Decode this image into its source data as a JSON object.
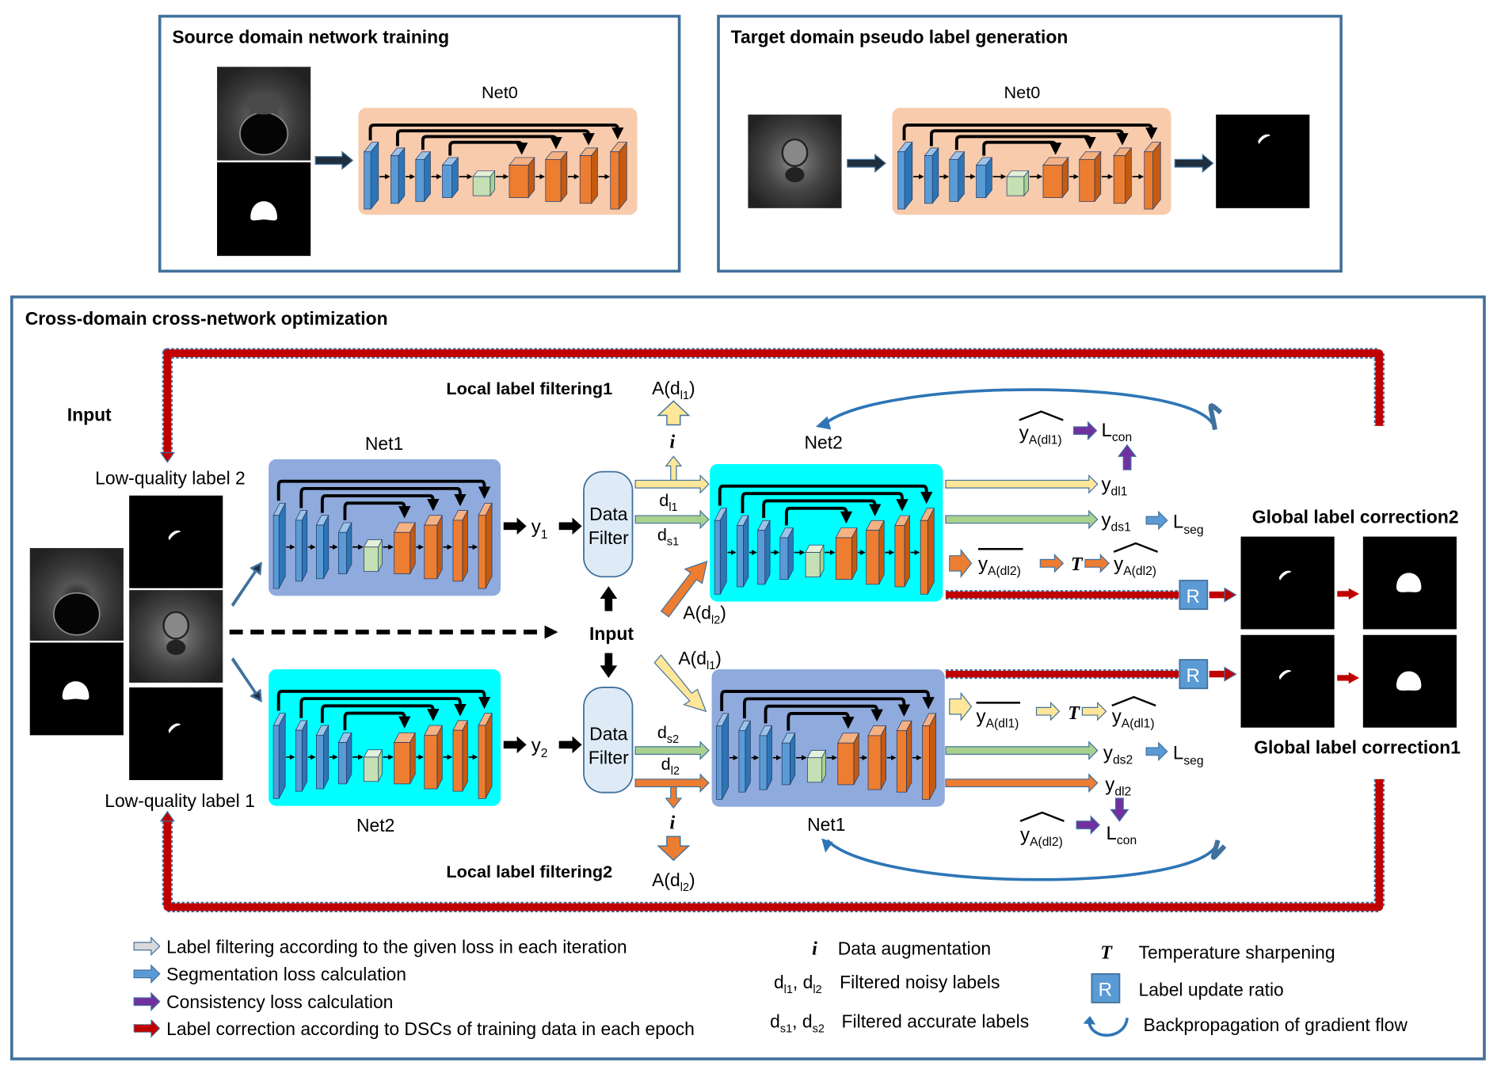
{
  "panels": {
    "source": {
      "title": "Source domain network training",
      "net_label": "Net0"
    },
    "target": {
      "title": "Target domain pseudo label generation",
      "net_label": "Net0"
    },
    "main": {
      "title": "Cross-domain cross-network optimization",
      "input_label": "Input",
      "low_quality_label_2": "Low-quality label 2",
      "low_quality_label_1": "Low-quality label 1",
      "center_input_label": "Input",
      "net1_top_label": "Net1",
      "net2_bottom_label": "Net2",
      "net2_right_top_label": "Net2",
      "net1_right_bottom_label": "Net1",
      "y1": {
        "base": "y",
        "sub": "1"
      },
      "y2": {
        "base": "y",
        "sub": "2"
      },
      "data_filter_top": [
        "Data",
        "Filter"
      ],
      "data_filter_bottom": [
        "Data",
        "Filter"
      ],
      "local_filtering_1": "Local label filtering1",
      "local_filtering_2": "Local label filtering2",
      "aug_symbol": "i",
      "temp_symbol": "T",
      "ratio_symbol": "R",
      "top_flow": {
        "a_dl1": {
          "base": "A(d",
          "sub": "l1",
          "tail": ")"
        },
        "dl1": {
          "base": "d",
          "sub": "l1"
        },
        "ds1": {
          "base": "d",
          "sub": "s1"
        },
        "a_dl2_in": {
          "base": "A(d",
          "sub": "l2",
          "tail": ")"
        },
        "ydl1": {
          "base": "y",
          "sub": "dl1"
        },
        "yds1": {
          "base": "y",
          "sub": "ds1"
        },
        "lseg": {
          "base": "L",
          "sub": "seg"
        },
        "lcon": {
          "base": "L",
          "sub": "con"
        },
        "ybar": {
          "base": "y",
          "sub": "A(dl2)"
        },
        "yhat": {
          "base": "y",
          "sub": "A(dl2)"
        },
        "yhat_con": {
          "base": "y",
          "sub": "A(dl1)"
        }
      },
      "bottom_flow": {
        "a_dl1_in": {
          "base": "A(d",
          "sub": "l1",
          "tail": ")"
        },
        "ds2": {
          "base": "d",
          "sub": "s2"
        },
        "dl2": {
          "base": "d",
          "sub": "l2"
        },
        "a_dl2": {
          "base": "A(d",
          "sub": "l2",
          "tail": ")"
        },
        "yds2": {
          "base": "y",
          "sub": "ds2"
        },
        "ydl2": {
          "base": "y",
          "sub": "dl2"
        },
        "lseg": {
          "base": "L",
          "sub": "seg"
        },
        "lcon": {
          "base": "L",
          "sub": "con"
        },
        "ybar": {
          "base": "y",
          "sub": "A(dl1)"
        },
        "yhat": {
          "base": "y",
          "sub": "A(dl1)"
        },
        "yhat_con": {
          "base": "y",
          "sub": "A(dl2)"
        }
      },
      "global_correction_2": "Global label correction2",
      "global_correction_1": "Global label correction1"
    }
  },
  "legend": {
    "arrows": [
      {
        "icon": "label-filtering-arrow-icon",
        "color": "#d9d9d9",
        "text": "Label filtering according to the given loss in each iteration"
      },
      {
        "icon": "segmentation-loss-arrow-icon",
        "color": "#5b9bd5",
        "text": "Segmentation loss calculation"
      },
      {
        "icon": "consistency-loss-arrow-icon",
        "color": "#7030a0",
        "text": "Consistency loss calculation"
      },
      {
        "icon": "label-correction-arrow-icon",
        "color": "#c00000",
        "text": "Label correction according to DSCs of training data in each epoch"
      }
    ],
    "symbols": [
      {
        "symbol": "i",
        "text": "Data augmentation"
      },
      {
        "symbol_parts": [
          {
            "base": "d",
            "sub": "l1"
          },
          {
            "base": "d",
            "sub": "l2"
          }
        ],
        "text": "Filtered noisy labels"
      },
      {
        "symbol_parts": [
          {
            "base": "d",
            "sub": "s1"
          },
          {
            "base": "d",
            "sub": "s2"
          }
        ],
        "text": "Filtered accurate labels"
      },
      {
        "symbol": "T",
        "text": "Temperature sharpening"
      },
      {
        "symbol": "R",
        "text": "Label update ratio"
      },
      {
        "icon": "backprop-curve-icon",
        "text": "Backpropagation of gradient flow"
      }
    ]
  },
  "colors": {
    "frame": "#41719c",
    "net0_bg": "#f8cbad",
    "net1_bg": "#8faadc",
    "net2_bg": "#00ffff",
    "enc_front": "#5b9bd5",
    "enc_side": "#2e75b6",
    "enc_top": "#9dc3e6",
    "bottleneck_front": "#c5e0b4",
    "bottleneck_side": "#a9d18e",
    "dec_front": "#ed7d31",
    "dec_side": "#c55a11",
    "dec_top": "#f4b183",
    "yellow_arrow": "#ffe699",
    "green_arrow": "#a9d18e",
    "orange_arrow": "#ed7d31",
    "blue_arrow": "#5b9bd5",
    "purple_arrow": "#7030a0",
    "red_arrow": "#c00000",
    "filter_bg": "#deebf7",
    "r_box": "#5b9bd5"
  }
}
